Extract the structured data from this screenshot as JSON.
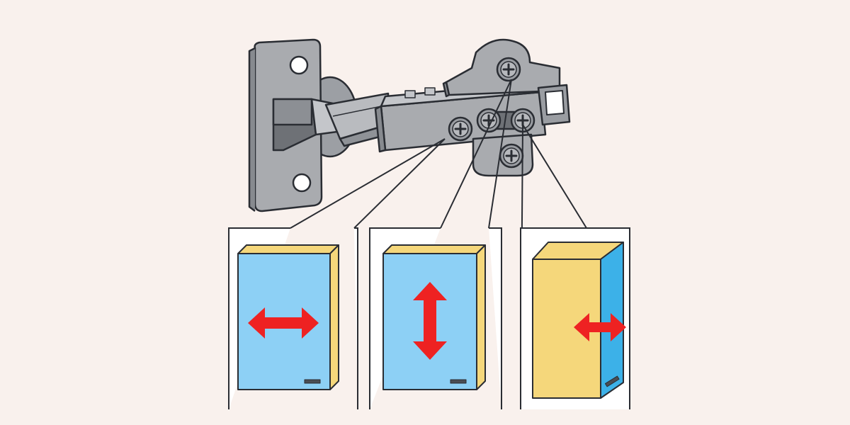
{
  "colors": {
    "background": "#f9f1ed",
    "metal": "#a9abaf",
    "metal_dark": "#878a8f",
    "metal_light": "#c4c6ca",
    "outline": "#2a2d33",
    "door_face": "#8dd0f5",
    "door_edge": "#f5d77b",
    "cabinet_side": "#3cb1e8",
    "arrow": "#ee2222",
    "panel_bg": "#ffffff"
  },
  "diagram": {
    "subject_icon": "concealed-cabinet-hinge-icon",
    "adjustments": [
      {
        "id": "side",
        "icon": "horizontal-double-arrow-icon",
        "direction": "side-to-side"
      },
      {
        "id": "height",
        "icon": "vertical-double-arrow-icon",
        "direction": "up-down"
      },
      {
        "id": "depth",
        "icon": "horizontal-double-arrow-icon",
        "direction": "in-out"
      }
    ]
  }
}
